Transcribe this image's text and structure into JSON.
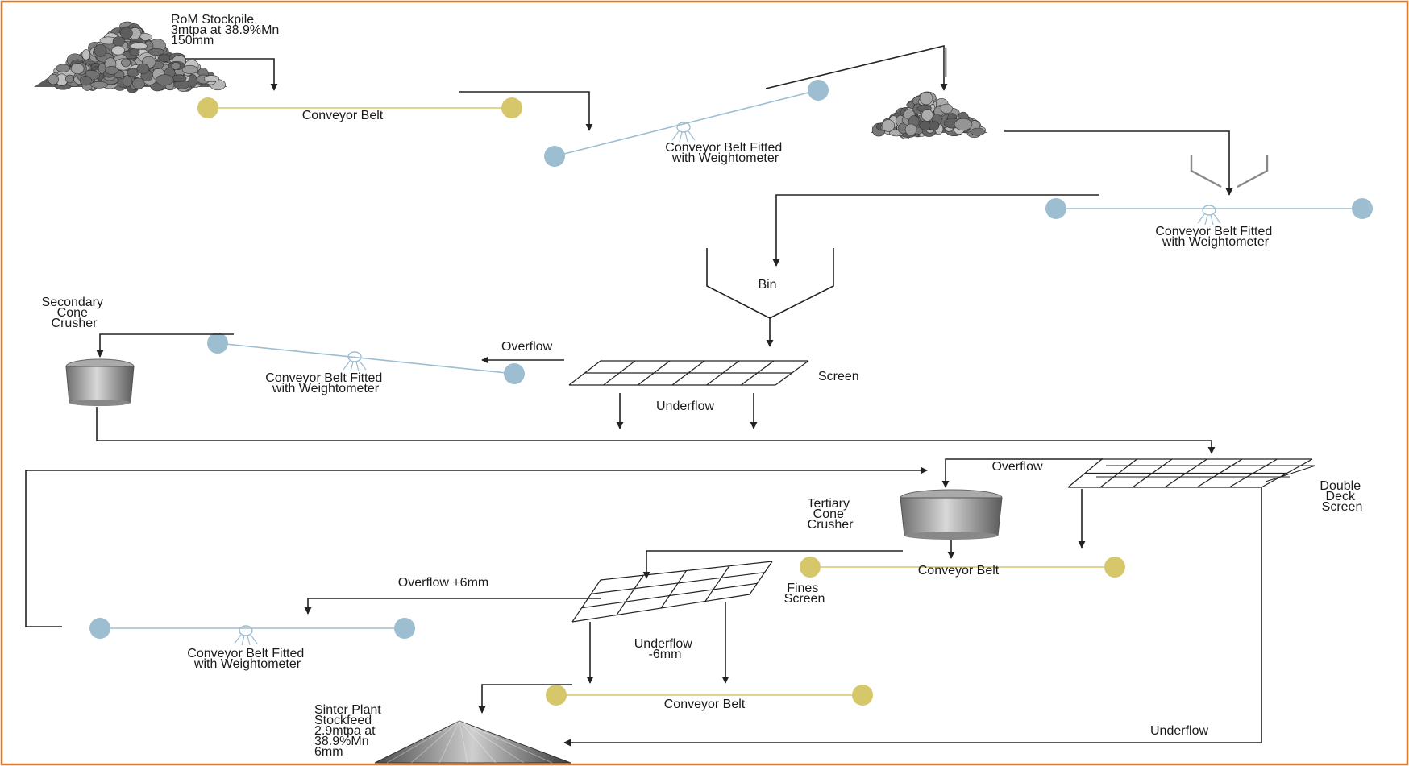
{
  "colors": {
    "frame": "#e07a2a",
    "belt_plain": "#d6c76a",
    "belt_weigh": "#9dbdd0",
    "line": "#222222",
    "rock": "#8a8a8a"
  },
  "labels": {
    "rom": [
      "RoM Stockpile",
      "3mtpa at 38.9%Mn",
      "150mm"
    ],
    "belt1": "Conveyor Belt",
    "weigh1": [
      "Conveyor Belt Fitted",
      "with Weightometer"
    ],
    "weigh2": [
      "Conveyor Belt Fitted",
      "with Weightometer"
    ],
    "bin": "Bin",
    "secondary": [
      "Secondary",
      "Cone",
      "Crusher"
    ],
    "overflow1": "Overflow",
    "weigh3": [
      "Conveyor Belt Fitted",
      "with Weightometer"
    ],
    "screen": "Screen",
    "underflow1": "Underflow",
    "overflow2": "Overflow",
    "ddscreen": [
      "Double",
      "Deck",
      "Screen"
    ],
    "tertiary": [
      "Tertiary",
      "Cone",
      "Crusher"
    ],
    "belt2": "Conveyor Belt",
    "overflow6": "Overflow +6mm",
    "fines": [
      "Fines",
      "Screen"
    ],
    "weigh4": [
      "Conveyor Belt Fitted",
      "with Weightometer"
    ],
    "underflow6": [
      "Underflow",
      "-6mm"
    ],
    "belt3": "Conveyor Belt",
    "sinter": [
      "Sinter Plant",
      "Stockfeed",
      "2.9mtpa at",
      "38.9%Mn",
      "6mm"
    ],
    "underflow2": "Underflow"
  }
}
